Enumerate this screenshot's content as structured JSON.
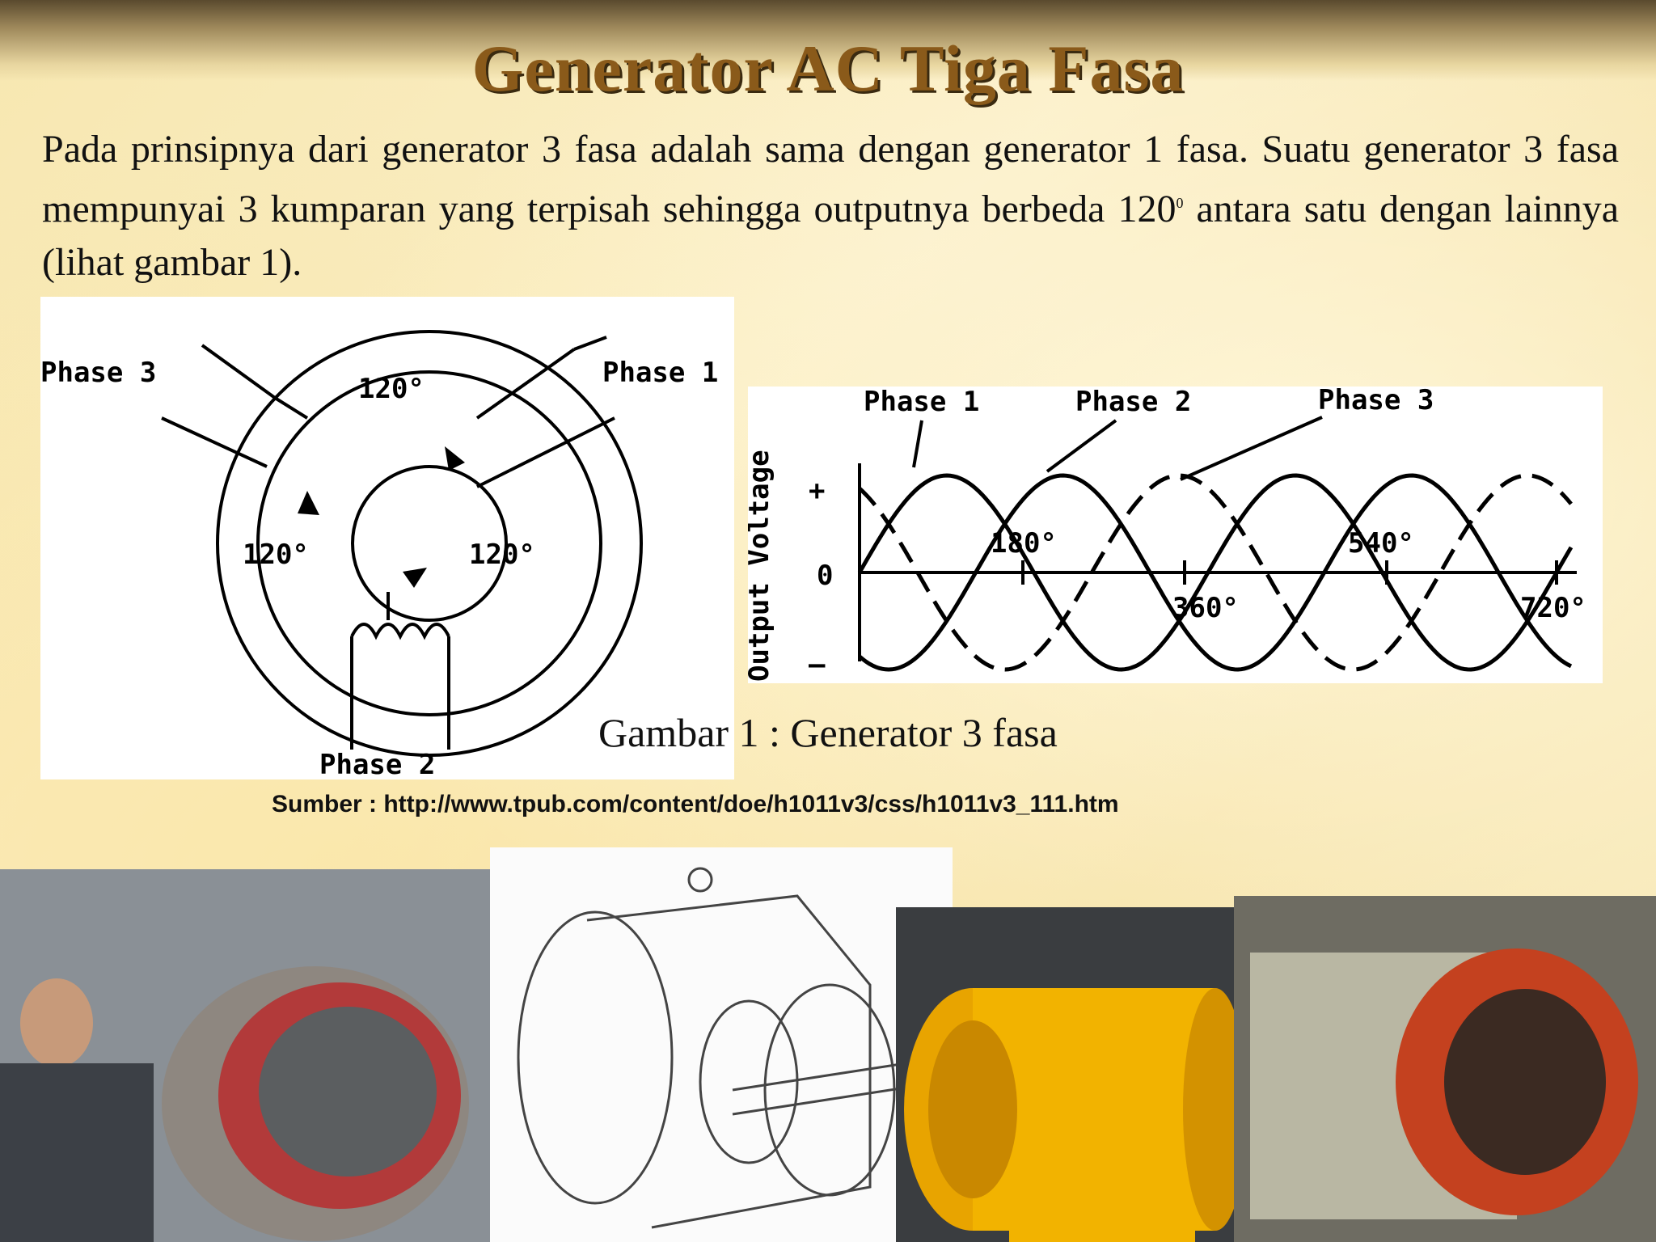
{
  "slide": {
    "title": "Generator AC Tiga Fasa",
    "paragraph_main": "Pada prinsipnya dari generator 3 fasa adalah sama dengan generator 1 fasa. Suatu generator 3 fasa mempunyai 3 kumparan yang terpisah sehingga outputnya berbeda 120",
    "paragraph_sup": "0",
    "paragraph_end": " antara satu dengan lainnya (lihat gambar 1).",
    "caption": "Gambar 1  : Generator 3 fasa",
    "source": "Sumber : http://www.tpub.com/content/doe/h1011v3/css/h1011v3_111.htm"
  },
  "rotor_diagram": {
    "phase_labels": [
      "Phase 3",
      "Phase 1",
      "Phase 2"
    ],
    "angle_labels": [
      "120°",
      "120°",
      "120°"
    ]
  },
  "wave_diagram": {
    "phase_labels": [
      "Phase 1",
      "Phase 2",
      "Phase 3"
    ],
    "y_axis_label": "Output Voltage",
    "y_ticks": [
      "+",
      "0",
      "—"
    ],
    "x_ticks": [
      "180°",
      "360°",
      "540°",
      "720°"
    ]
  },
  "photos": [
    {
      "name": "stator winding with worker"
    },
    {
      "name": "motor cutaway drawing"
    },
    {
      "name": "yellow generator"
    },
    {
      "name": "red stator winding"
    }
  ]
}
